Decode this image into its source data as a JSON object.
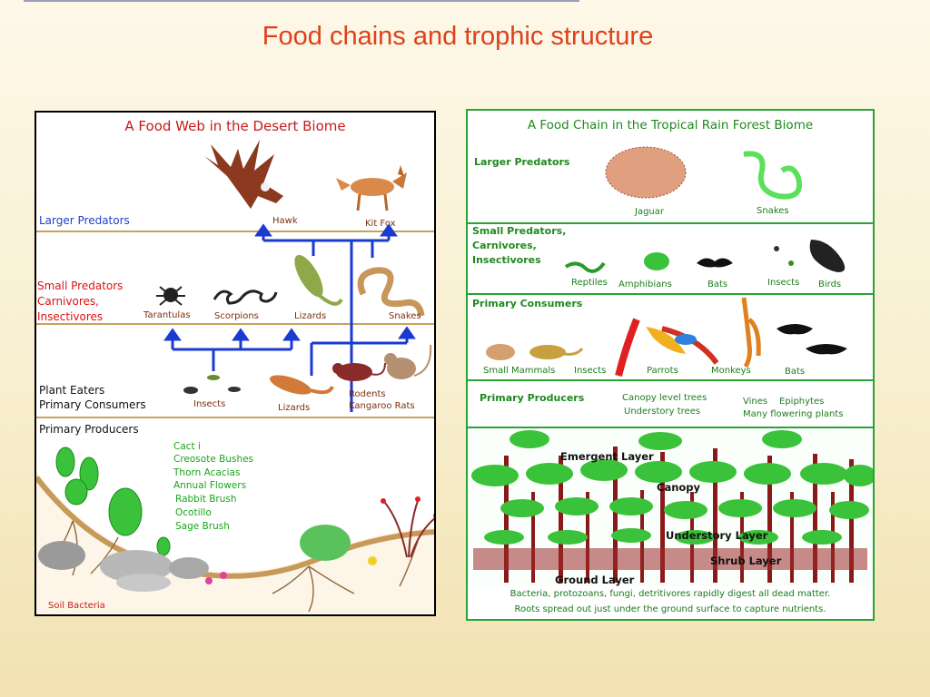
{
  "slide_title": "Food chains and trophic structure",
  "desert": {
    "title": "A Food Web in the Desert Biome",
    "levels": {
      "larger_predators": "Larger  Predators",
      "small_predators": [
        "Small Predators",
        "Carnivores,",
        "Insectivores"
      ],
      "plant_eaters": [
        "Plant Eaters",
        "Primary Consumers"
      ],
      "producers": "Primary Producers"
    },
    "animals": {
      "hawk": "Hawk",
      "kit_fox": "Kit Fox",
      "tarantulas": "Tarantulas",
      "scorpions": "Scorpions",
      "lizards_top": "Lizards",
      "snakes": "Snakes",
      "insects": "Insects",
      "lizards_bottom": "Lizards",
      "rodents": "Rodents",
      "kangaroo_rats": "Kangaroo  Rats"
    },
    "plants": [
      "Cact i",
      "Creosote Bushes",
      "Thorn Acacias",
      "Annual Flowers",
      "Rabbit Brush",
      "Ocotillo",
      "Sage Brush"
    ],
    "soil": "Soil Bacteria"
  },
  "rainforest": {
    "title": "A Food Chain in the Tropical Rain Forest Biome",
    "larger_predators": "Larger Predators",
    "jaguar": "Jaguar",
    "snakes": "Snakes",
    "small_predators": [
      "Small Predators,",
      "Carnivores,",
      "Insectivores"
    ],
    "reptiles": "Reptiles",
    "amphibians": "Amphibians",
    "bats_top": "Bats",
    "insects_top": "Insects",
    "birds": "Birds",
    "primary_consumers": "Primary Consumers",
    "small_mammals": "Small Mammals",
    "insects": "Insects",
    "parrots": "Parrots",
    "monkeys": "Monkeys",
    "bats": "Bats",
    "primary_producers": "Primary Producers",
    "canopy_trees": "Canopy level trees",
    "understory_trees": "Understory trees",
    "vines": "Vines",
    "epiphytes": "Epiphytes",
    "flowering": "Many flowering plants",
    "layers": {
      "emergent": "Emergent Layer",
      "canopy": "Canopy",
      "understory": "Understory Layer",
      "shrub": "Shrub Layer",
      "ground": "Ground Layer"
    },
    "footer1": "Bacteria, protozoans, fungi, detritivores rapidly digest all dead matter.",
    "footer2": "Roots spread out just under the ground surface to capture nutrients."
  }
}
